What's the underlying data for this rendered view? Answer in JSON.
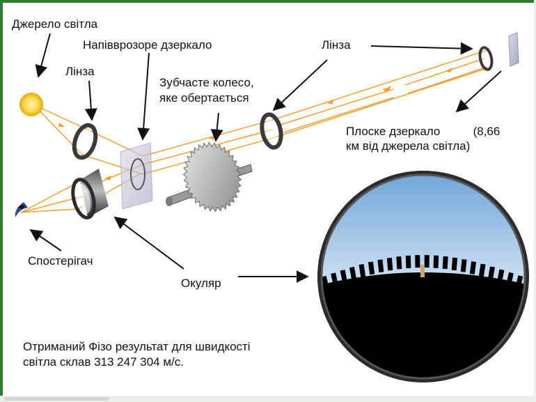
{
  "labels": {
    "light_source": "Джерело світла",
    "semi_mirror": "Напівврозоре дзеркало",
    "lens_top_right": "Лінза",
    "lens_left": "Лінза",
    "gear_line1": "Зубчасте колесо,",
    "gear_line2": "яке обертається",
    "flat_mirror_line1": "Плоске дзеркало          (8,66",
    "flat_mirror_line2": "км від джерела світла)",
    "observer": "Спостерігач",
    "eyepiece": "Окуляр",
    "result_line1": "Отриманий Фізо результат для швидкості",
    "result_line2": "світла склав 313 247 304 м/с."
  },
  "colors": {
    "beam": "#f0a030",
    "arrow": "#111111",
    "sky_top": "#7fb3e0",
    "sky_bottom": "#c9def2",
    "lens_ring": "#3a3a3a",
    "gear": "#b8b8b8",
    "source": "#ffd84a",
    "frame": "#2e7d32"
  },
  "icons": {
    "source": "sun-glow-icon",
    "eye": "eye-icon"
  }
}
